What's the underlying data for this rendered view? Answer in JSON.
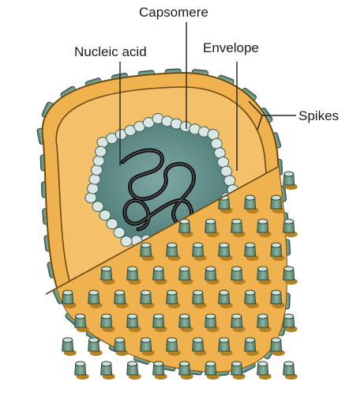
{
  "labels": {
    "capsomere": "Capsomere",
    "nucleic_acid": "Nucleic acid",
    "envelope": "Envelope",
    "spikes": "Spikes"
  },
  "colors": {
    "envelope_fill": "#F0B24E",
    "envelope_inner": "#F4C06A",
    "envelope_stroke": "#6B4A12",
    "spike_fill": "#6E9A85",
    "spike_stroke": "#2E4A3C",
    "capsid_fill": "#5E8A86",
    "capsomere_fill": "#D9E7E4",
    "nucleic_acid": "#111111"
  }
}
